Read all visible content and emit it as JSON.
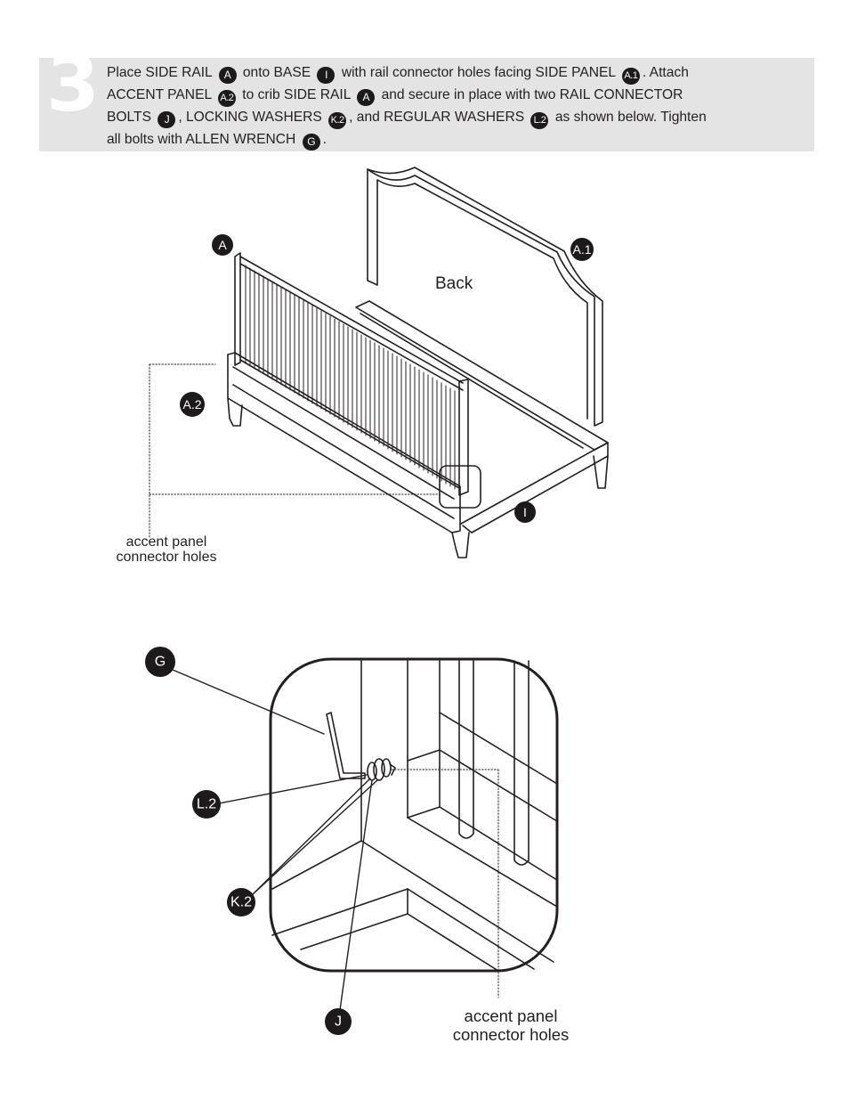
{
  "step": {
    "number": "3",
    "line1": {
      "t1": "Place SIDE RAIL",
      "b1": "A",
      "t2": "onto BASE",
      "b2": "I",
      "t3": "with rail connector holes facing SIDE PANEL",
      "b3": "A.1",
      "t4": ". Attach"
    },
    "line2": {
      "t1": "ACCENT PANEL",
      "b1": "A.2",
      "t2": "to crib SIDE RAIL",
      "b2": "A",
      "t3": "and secure in place with two RAIL CONNECTOR"
    },
    "line3": {
      "t1": "BOLTS",
      "b1": "J",
      "t2": ", LOCKING WASHERS",
      "b2": "K.2",
      "t3": ", and REGULAR WASHERS",
      "b3": "L.2",
      "t4": "as shown below. Tighten"
    },
    "line4": {
      "t1": "all bolts with ALLEN WRENCH",
      "b1": "G",
      "t2": "."
    }
  },
  "diagram_top": {
    "back_label": "Back",
    "callouts": {
      "a": "A",
      "a1": "A.1",
      "a2": "A.2",
      "i": "I"
    },
    "note_line1": "accent panel",
    "note_line2": "connector holes"
  },
  "diagram_bottom": {
    "callouts": {
      "g": "G",
      "l2": "L.2",
      "k2": "K.2",
      "j": "J"
    },
    "note_line1": "accent panel",
    "note_line2": "connector holes"
  }
}
